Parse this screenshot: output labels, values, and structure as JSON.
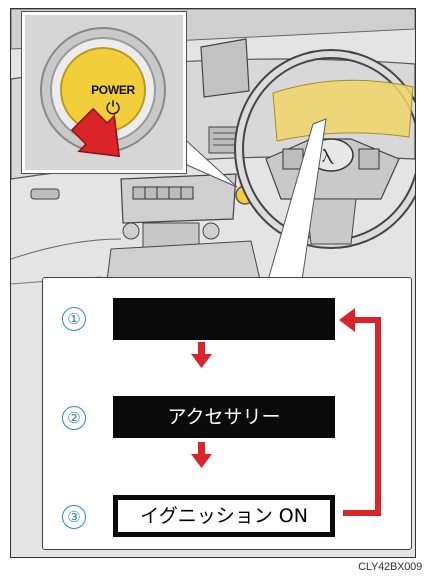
{
  "button": {
    "label": "POWER",
    "icon_glyph": "⏻",
    "icon_name": "power-icon"
  },
  "steps": [
    {
      "number": "①",
      "label": ""
    },
    {
      "number": "②",
      "label": "アクセサリー"
    },
    {
      "number": "③",
      "label": "イグニッション ON"
    }
  ],
  "caption": "CLY42BX009",
  "colors": {
    "button_yellow": "#f2cf3a",
    "arrow_red": "#d9252a",
    "step_number_blue": "#2f86c8",
    "highlight_yellow": "#f0d668"
  }
}
